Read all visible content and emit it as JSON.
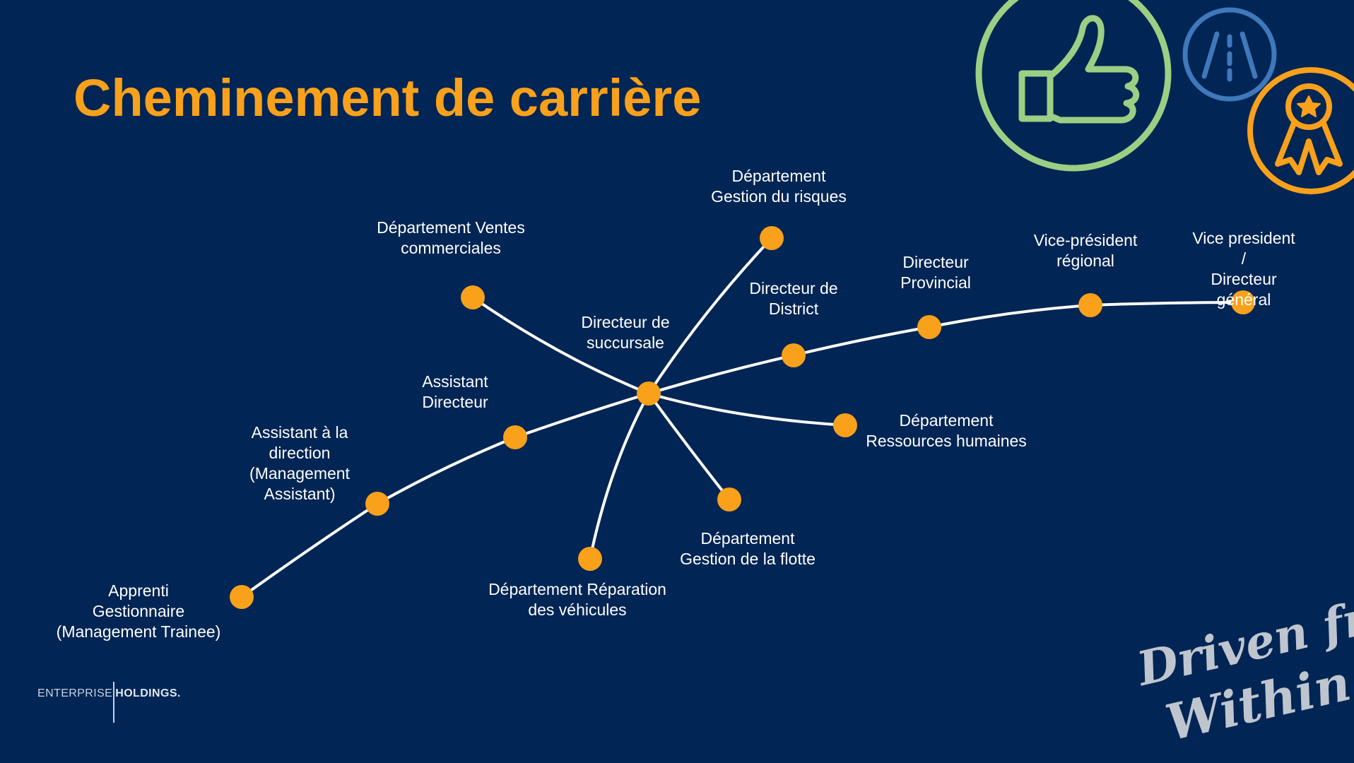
{
  "title": "Cheminement de carrière",
  "colors": {
    "background": "#012554",
    "accent": "#f9a11b",
    "line": "#ffffff",
    "icon_thumb": "#9bcf84",
    "icon_road": "#3f78bb",
    "icon_award": "#f9a11b"
  },
  "icons": [
    "thumbs-up-icon",
    "road-icon",
    "award-ribbon-icon"
  ],
  "diagram": {
    "nodes": [
      {
        "id": "apprenti",
        "label": "Apprenti\nGestionnaire\n(Management Trainee)"
      },
      {
        "id": "assistant-direction",
        "label": "Assistant à la\ndirection\n(Management\nAssistant)"
      },
      {
        "id": "assistant-directeur",
        "label": "Assistant\nDirecteur"
      },
      {
        "id": "directeur-succursale",
        "label": "Directeur de\nsuccursale"
      },
      {
        "id": "directeur-district",
        "label": "Directeur de\nDistrict"
      },
      {
        "id": "directeur-provincial",
        "label": "Directeur\nProvincial"
      },
      {
        "id": "vp-regional",
        "label": "Vice-président\nrégional"
      },
      {
        "id": "vp-dg",
        "label": "Vice president /\nDirecteur général"
      },
      {
        "id": "dept-ventes",
        "label": "Département Ventes\ncommerciales"
      },
      {
        "id": "dept-risques",
        "label": "Département\nGestion du risques"
      },
      {
        "id": "dept-rh",
        "label": "Département\nRessources humaines"
      },
      {
        "id": "dept-flotte",
        "label": "Département\nGestion de la flotte"
      },
      {
        "id": "dept-reparation",
        "label": "Département Réparation\ndes véhicules"
      }
    ],
    "edges": [
      [
        "apprenti",
        "assistant-direction"
      ],
      [
        "assistant-direction",
        "assistant-directeur"
      ],
      [
        "assistant-directeur",
        "directeur-succursale"
      ],
      [
        "directeur-succursale",
        "directeur-district"
      ],
      [
        "directeur-district",
        "directeur-provincial"
      ],
      [
        "directeur-provincial",
        "vp-regional"
      ],
      [
        "vp-regional",
        "vp-dg"
      ],
      [
        "directeur-succursale",
        "dept-ventes"
      ],
      [
        "directeur-succursale",
        "dept-risques"
      ],
      [
        "directeur-succursale",
        "dept-rh"
      ],
      [
        "directeur-succursale",
        "dept-flotte"
      ],
      [
        "directeur-succursale",
        "dept-reparation"
      ]
    ]
  },
  "footer": {
    "logo_left": "ENTERPRISE",
    "logo_right": "HOLDINGS.",
    "tagline_line1": "Driven from",
    "tagline_line2": "Within"
  }
}
